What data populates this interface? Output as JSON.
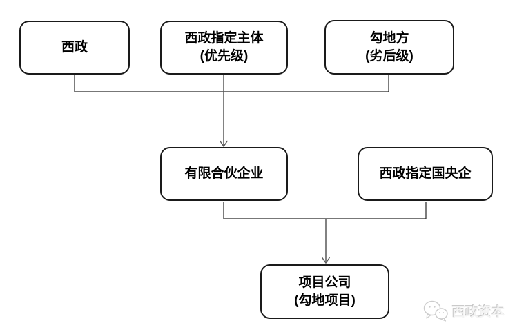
{
  "diagram": {
    "nodes": [
      {
        "id": "xizheng",
        "label": "西政"
      },
      {
        "id": "designated-entity",
        "label": "西政指定主体",
        "sublabel": "(优先级)"
      },
      {
        "id": "land-party",
        "label": "勾地方",
        "sublabel": "(劣后级)"
      },
      {
        "id": "limited-partnership",
        "label": "有限合伙企业"
      },
      {
        "id": "designated-soe",
        "label": "西政指定国央企"
      },
      {
        "id": "project-company",
        "label": "项目公司",
        "sublabel": "(勾地项目)"
      }
    ],
    "colors": {
      "box_border": "#1a1a1a",
      "box_fill": "#ffffff",
      "text": "#000000",
      "elbow_connector": "#262626",
      "arrow_connector": "#595959"
    }
  },
  "watermark": {
    "text": "西政资本",
    "icon": "wechat-bubbles-icon",
    "color": "#d9d9d9"
  }
}
